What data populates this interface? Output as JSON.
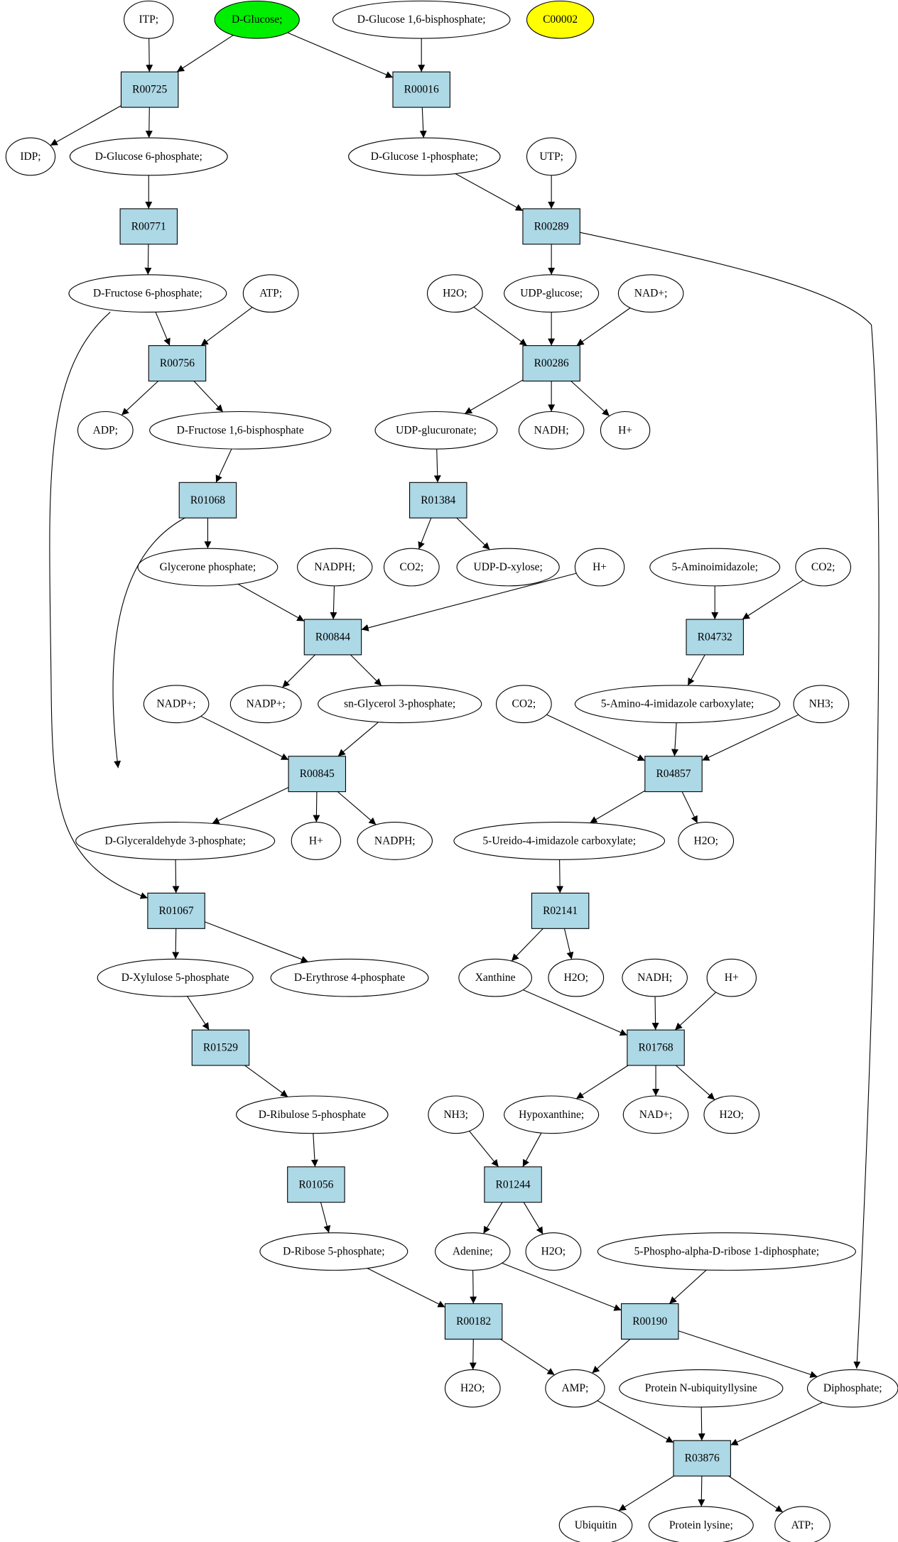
{
  "colors": {
    "molecule_fill": "#ffffff",
    "start_fill": "#00ee00",
    "target_fill": "#ffff00",
    "reaction_fill": "#add8e6",
    "stroke": "#000000"
  },
  "molecules": [
    {
      "id": "m_itp",
      "label": "ITP;"
    },
    {
      "id": "m_glc",
      "label": "D-Glucose;",
      "role": "start"
    },
    {
      "id": "m_g16bp",
      "label": "D-Glucose 1,6-bisphosphate;"
    },
    {
      "id": "m_c00002",
      "label": "C00002",
      "role": "target"
    },
    {
      "id": "m_idp",
      "label": "IDP;"
    },
    {
      "id": "m_g6p",
      "label": "D-Glucose 6-phosphate;"
    },
    {
      "id": "m_g1p",
      "label": "D-Glucose 1-phosphate;"
    },
    {
      "id": "m_utp",
      "label": "UTP;"
    },
    {
      "id": "m_f6p",
      "label": "D-Fructose 6-phosphate;"
    },
    {
      "id": "m_atp1",
      "label": "ATP;"
    },
    {
      "id": "m_h2o1",
      "label": "H2O;"
    },
    {
      "id": "m_udpglc",
      "label": "UDP-glucose;"
    },
    {
      "id": "m_nad1",
      "label": "NAD+;"
    },
    {
      "id": "m_adp",
      "label": "ADP;"
    },
    {
      "id": "m_fbp",
      "label": "D-Fructose 1,6-bisphosphate"
    },
    {
      "id": "m_udpgla",
      "label": "UDP-glucuronate;"
    },
    {
      "id": "m_nadh1",
      "label": "NADH;"
    },
    {
      "id": "m_h1",
      "label": "H+"
    },
    {
      "id": "m_glyp",
      "label": "Glycerone phosphate;"
    },
    {
      "id": "m_nadph1",
      "label": "NADPH;"
    },
    {
      "id": "m_co2a",
      "label": "CO2;"
    },
    {
      "id": "m_udpxyl",
      "label": "UDP-D-xylose;"
    },
    {
      "id": "m_h2",
      "label": "H+"
    },
    {
      "id": "m_5ai",
      "label": "5-Aminoimidazole;"
    },
    {
      "id": "m_co2b",
      "label": "CO2;"
    },
    {
      "id": "m_nadp1",
      "label": "NADP+;"
    },
    {
      "id": "m_nadp2",
      "label": "NADP+;"
    },
    {
      "id": "m_g3p",
      "label": "sn-Glycerol 3-phosphate;"
    },
    {
      "id": "m_co2c",
      "label": "CO2;"
    },
    {
      "id": "m_5a4i",
      "label": "5-Amino-4-imidazole carboxylate;"
    },
    {
      "id": "m_nh3a",
      "label": "NH3;"
    },
    {
      "id": "m_gap",
      "label": "D-Glyceraldehyde 3-phosphate;"
    },
    {
      "id": "m_h3",
      "label": "H+"
    },
    {
      "id": "m_nadph2",
      "label": "NADPH;"
    },
    {
      "id": "m_5u4i",
      "label": "5-Ureido-4-imidazole carboxylate;"
    },
    {
      "id": "m_h2o2",
      "label": "H2O;"
    },
    {
      "id": "m_x5p",
      "label": "D-Xylulose 5-phosphate"
    },
    {
      "id": "m_e4p",
      "label": "D-Erythrose 4-phosphate"
    },
    {
      "id": "m_xan",
      "label": "Xanthine"
    },
    {
      "id": "m_h2o3",
      "label": "H2O;"
    },
    {
      "id": "m_nadh2",
      "label": "NADH;"
    },
    {
      "id": "m_h4",
      "label": "H+"
    },
    {
      "id": "m_ru5p",
      "label": "D-Ribulose 5-phosphate"
    },
    {
      "id": "m_nh3b",
      "label": "NH3;"
    },
    {
      "id": "m_hyp",
      "label": "Hypoxanthine;"
    },
    {
      "id": "m_nad2",
      "label": "NAD+;"
    },
    {
      "id": "m_h2o4",
      "label": "H2O;"
    },
    {
      "id": "m_r5p",
      "label": "D-Ribose 5-phosphate;"
    },
    {
      "id": "m_ade",
      "label": "Adenine;"
    },
    {
      "id": "m_h2o5",
      "label": "H2O;"
    },
    {
      "id": "m_prpp",
      "label": "5-Phospho-alpha-D-ribose 1-diphosphate;"
    },
    {
      "id": "m_h2o6",
      "label": "H2O;"
    },
    {
      "id": "m_amp",
      "label": "AMP;"
    },
    {
      "id": "m_pnub",
      "label": "Protein N-ubiquityllysine"
    },
    {
      "id": "m_ppi",
      "label": "Diphosphate;"
    },
    {
      "id": "m_ubq",
      "label": "Ubiquitin"
    },
    {
      "id": "m_plys",
      "label": "Protein lysine;"
    },
    {
      "id": "m_atp2",
      "label": "ATP;"
    }
  ],
  "reactions": [
    {
      "id": "r00725",
      "label": "R00725"
    },
    {
      "id": "r00016",
      "label": "R00016"
    },
    {
      "id": "r00771",
      "label": "R00771"
    },
    {
      "id": "r00289",
      "label": "R00289"
    },
    {
      "id": "r00756",
      "label": "R00756"
    },
    {
      "id": "r00286",
      "label": "R00286"
    },
    {
      "id": "r01068",
      "label": "R01068"
    },
    {
      "id": "r01384",
      "label": "R01384"
    },
    {
      "id": "r00844",
      "label": "R00844"
    },
    {
      "id": "r04732",
      "label": "R04732"
    },
    {
      "id": "r00845",
      "label": "R00845"
    },
    {
      "id": "r04857",
      "label": "R04857"
    },
    {
      "id": "r01067",
      "label": "R01067"
    },
    {
      "id": "r02141",
      "label": "R02141"
    },
    {
      "id": "r01529",
      "label": "R01529"
    },
    {
      "id": "r01768",
      "label": "R01768"
    },
    {
      "id": "r01056",
      "label": "R01056"
    },
    {
      "id": "r01244",
      "label": "R01244"
    },
    {
      "id": "r00182",
      "label": "R00182"
    },
    {
      "id": "r00190",
      "label": "R00190"
    },
    {
      "id": "r03876",
      "label": "R03876"
    }
  ],
  "edges": [
    {
      "from": "m_itp",
      "to": "r00725"
    },
    {
      "from": "m_glc",
      "to": "r00725"
    },
    {
      "from": "m_glc",
      "to": "r00016"
    },
    {
      "from": "m_g16bp",
      "to": "r00016"
    },
    {
      "from": "r00725",
      "to": "m_idp"
    },
    {
      "from": "r00725",
      "to": "m_g6p"
    },
    {
      "from": "r00016",
      "to": "m_g1p"
    },
    {
      "from": "m_g6p",
      "to": "r00771"
    },
    {
      "from": "m_g1p",
      "to": "r00289"
    },
    {
      "from": "m_utp",
      "to": "r00289"
    },
    {
      "from": "r00771",
      "to": "m_f6p"
    },
    {
      "from": "r00289",
      "to": "m_udpglc"
    },
    {
      "from": "r00289",
      "to": "m_ppi"
    },
    {
      "from": "m_f6p",
      "to": "r00756"
    },
    {
      "from": "m_atp1",
      "to": "r00756"
    },
    {
      "from": "m_f6p",
      "to": "r01067"
    },
    {
      "from": "m_h2o1",
      "to": "r00286"
    },
    {
      "from": "m_udpglc",
      "to": "r00286"
    },
    {
      "from": "m_nad1",
      "to": "r00286"
    },
    {
      "from": "r00756",
      "to": "m_adp"
    },
    {
      "from": "r00756",
      "to": "m_fbp"
    },
    {
      "from": "r00286",
      "to": "m_udpgla"
    },
    {
      "from": "r00286",
      "to": "m_nadh1"
    },
    {
      "from": "r00286",
      "to": "m_h1"
    },
    {
      "from": "m_fbp",
      "to": "r01068"
    },
    {
      "from": "m_udpgla",
      "to": "r01384"
    },
    {
      "from": "r01068",
      "to": "m_glyp"
    },
    {
      "from": "r01068",
      "to": "m_gap"
    },
    {
      "from": "r01384",
      "to": "m_co2a"
    },
    {
      "from": "r01384",
      "to": "m_udpxyl"
    },
    {
      "from": "m_glyp",
      "to": "r00844"
    },
    {
      "from": "m_nadph1",
      "to": "r00844"
    },
    {
      "from": "m_h2",
      "to": "r00844"
    },
    {
      "from": "m_5ai",
      "to": "r04732"
    },
    {
      "from": "m_co2b",
      "to": "r04732"
    },
    {
      "from": "r00844",
      "to": "m_nadp2"
    },
    {
      "from": "r00844",
      "to": "m_g3p"
    },
    {
      "from": "r04732",
      "to": "m_5a4i"
    },
    {
      "from": "m_nadp1",
      "to": "r00845"
    },
    {
      "from": "m_g3p",
      "to": "r00845"
    },
    {
      "from": "m_co2c",
      "to": "r04857"
    },
    {
      "from": "m_5a4i",
      "to": "r04857"
    },
    {
      "from": "m_nh3a",
      "to": "r04857"
    },
    {
      "from": "r00845",
      "to": "m_gap"
    },
    {
      "from": "r00845",
      "to": "m_h3"
    },
    {
      "from": "r00845",
      "to": "m_nadph2"
    },
    {
      "from": "r04857",
      "to": "m_5u4i"
    },
    {
      "from": "r04857",
      "to": "m_h2o2"
    },
    {
      "from": "m_gap",
      "to": "r01067"
    },
    {
      "from": "m_5u4i",
      "to": "r02141"
    },
    {
      "from": "r01067",
      "to": "m_x5p"
    },
    {
      "from": "r01067",
      "to": "m_e4p"
    },
    {
      "from": "r02141",
      "to": "m_xan"
    },
    {
      "from": "r02141",
      "to": "m_h2o3"
    },
    {
      "from": "m_x5p",
      "to": "r01529"
    },
    {
      "from": "m_xan",
      "to": "r01768"
    },
    {
      "from": "m_nadh2",
      "to": "r01768"
    },
    {
      "from": "m_h4",
      "to": "r01768"
    },
    {
      "from": "r01529",
      "to": "m_ru5p"
    },
    {
      "from": "r01768",
      "to": "m_hyp"
    },
    {
      "from": "r01768",
      "to": "m_nad2"
    },
    {
      "from": "r01768",
      "to": "m_h2o4"
    },
    {
      "from": "m_ru5p",
      "to": "r01056"
    },
    {
      "from": "m_nh3b",
      "to": "r01244"
    },
    {
      "from": "m_hyp",
      "to": "r01244"
    },
    {
      "from": "r01056",
      "to": "m_r5p"
    },
    {
      "from": "r01244",
      "to": "m_ade"
    },
    {
      "from": "r01244",
      "to": "m_h2o5"
    },
    {
      "from": "m_r5p",
      "to": "r00182"
    },
    {
      "from": "m_ade",
      "to": "r00182"
    },
    {
      "from": "m_ade",
      "to": "r00190"
    },
    {
      "from": "m_prpp",
      "to": "r00190"
    },
    {
      "from": "r00182",
      "to": "m_h2o6"
    },
    {
      "from": "r00182",
      "to": "m_amp"
    },
    {
      "from": "r00190",
      "to": "m_amp"
    },
    {
      "from": "r00190",
      "to": "m_ppi"
    },
    {
      "from": "m_amp",
      "to": "r03876"
    },
    {
      "from": "m_pnub",
      "to": "r03876"
    },
    {
      "from": "m_ppi",
      "to": "r03876"
    },
    {
      "from": "r03876",
      "to": "m_ubq"
    },
    {
      "from": "r03876",
      "to": "m_plys"
    },
    {
      "from": "r03876",
      "to": "m_atp2"
    }
  ]
}
